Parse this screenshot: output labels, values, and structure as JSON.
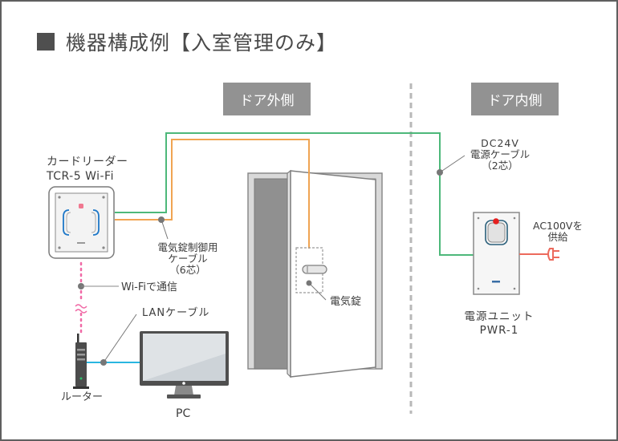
{
  "title": "機器構成例【入室管理のみ】",
  "zones": {
    "outside": "ドア外側",
    "inside": "ドア内側"
  },
  "devices": {
    "card_reader": {
      "name": "カードリーダー",
      "model": "TCR-5 Wi-Fi"
    },
    "router": {
      "name": "ルーター"
    },
    "pc": {
      "name": "PC"
    },
    "electric_lock": {
      "name": "電気錠"
    },
    "power_unit": {
      "name": "電源ユニット",
      "model": "PWR-1"
    }
  },
  "cables": {
    "lock_control": {
      "line1": "電気錠制御用",
      "line2": "ケーブル",
      "line3": "（6芯）",
      "color": "#f0a452"
    },
    "dc_power": {
      "line1": "DC24V",
      "line2": "電源ケーブル",
      "line3": "（2芯）",
      "color": "#4db87a"
    },
    "lan": {
      "label": "LANケーブル",
      "color": "#29b6e0"
    },
    "wifi": {
      "label": "Wi-Fiで通信",
      "color": "#f06aa6"
    },
    "ac": {
      "line1": "AC100Vを",
      "line2": "供給",
      "color": "#ec6a5c"
    }
  }
}
